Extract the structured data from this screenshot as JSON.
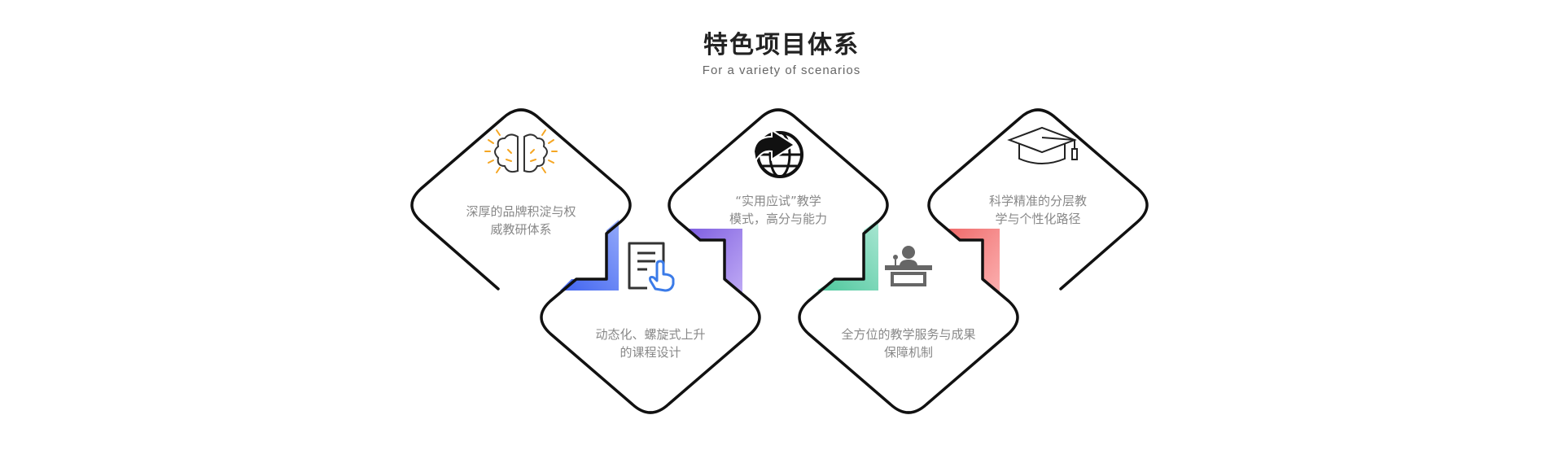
{
  "header": {
    "title": "特色项目体系",
    "subtitle": "For a variety of scenarios"
  },
  "cards": [
    {
      "icon": "brain-icon",
      "lines": [
        "深厚的品牌积淀与权",
        "威教研体系"
      ]
    },
    {
      "icon": "document-touch-icon",
      "lines": [
        "动态化、螺旋式上升",
        "的课程设计"
      ],
      "accent": "#4a6cf7"
    },
    {
      "icon": "globe-play-icon",
      "lines": [
        "“实用应试”教学",
        "模式，高分与能力"
      ],
      "accent": "#8b6fe6"
    },
    {
      "icon": "podium-speaker-icon",
      "lines": [
        "全方位的教学服务与成果",
        "保障机制"
      ],
      "accent": "#5fcfa8"
    },
    {
      "icon": "graduation-cap-icon",
      "lines": [
        "科学精准的分层教",
        "学与个性化路径"
      ],
      "accent": "#f08080"
    }
  ],
  "colors": {
    "outline": "#111111",
    "text": "#888888",
    "brain_accent": "#f5a623"
  }
}
